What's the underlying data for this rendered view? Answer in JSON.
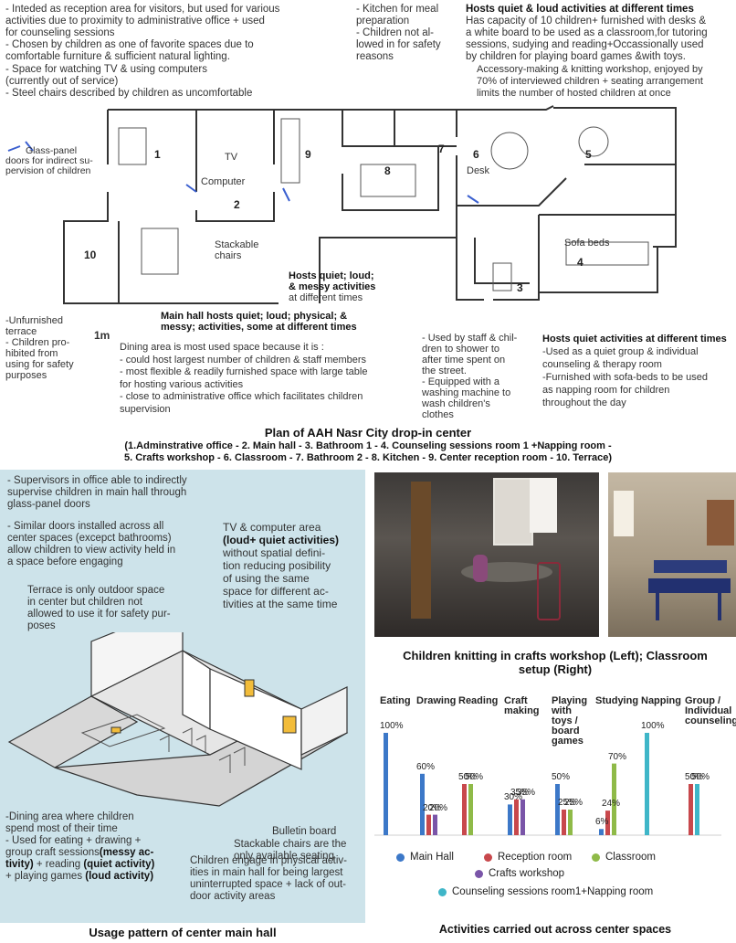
{
  "plan": {
    "notes": {
      "reception": [
        "- Inteded as reception area for visitors, but used for various",
        "activities due to proximity to administrative office + used",
        "for counseling sessions",
        "- Chosen by children as one of favorite spaces due to",
        "comfortable furniture & sufficient natural lighting."
      ],
      "tv": [
        "- Space for  watching TV & using  computers",
        "(currently out of service)",
        "- Steel chairs described by children as uncomfortable"
      ],
      "kitchen": [
        "- Kitchen for meal",
        "preparation",
        "- Children not al-",
        "lowed in for safety",
        "reasons"
      ],
      "classroom_title": "Hosts quiet & loud activities at different times",
      "classroom": [
        "Has capacity of 10 children+ furnished with desks &",
        "a white board to be used as a classroom,for tutoring",
        "sessions, sudying and reading+Occassionally used",
        "by children for playing board games &with toys."
      ],
      "workshop": [
        "Accessory-making & knitting workshop, enjoyed by",
        "70% of interviewed children + seating arrangement",
        "limits the number of hosted children at once"
      ],
      "glass_panel": [
        "Glass-panel",
        "doors for indirect su-",
        "pervision of children"
      ],
      "hall_loud_title": [
        "Hosts quiet; loud;",
        "& messy activities"
      ],
      "hall_loud_sub": "at different times",
      "main_hall_title": [
        "Main hall hosts quiet; loud; physical; &",
        "messy; activities, some at different times"
      ],
      "terrace": [
        "-Unfurnished",
        "terrace",
        "- Children pro-",
        "hibited from",
        "using for safety",
        "purposes"
      ],
      "dining": [
        "Dining area is most used space because it is :",
        "- could host largest number of children & staff members",
        "- most flexible & readily furnished space with large table",
        "for hosting various activities",
        "- close to administrative office which facilitates children",
        "supervision"
      ],
      "bathroom": [
        "- Used by staff & chil-",
        "dren to shower to",
        "after time spent on",
        "the street.",
        "- Equipped with a",
        "washing machine to",
        "wash children's",
        "clothes"
      ],
      "counsel_title": "Hosts quiet activities at different times",
      "counsel": [
        "-Used as a quiet group & individual",
        "counseling & therapy room",
        "-Furnished with sofa-beds to be used",
        "as napping room for children",
        "throughout the day"
      ]
    },
    "rooms": {
      "r1": "1",
      "r2": "2",
      "r3": "3",
      "r4": "4",
      "r5": "5",
      "r6": "6",
      "r7": "7",
      "r8": "8",
      "r9": "9",
      "r10": "10"
    },
    "labels": {
      "tv": "TV",
      "computer": "Computer",
      "stackable": [
        "Stackable",
        "chairs"
      ],
      "desk": "Desk",
      "sofa": "Sofa beds",
      "scale": "1m"
    },
    "title": "Plan of AAH Nasr City drop-in center",
    "subtitle": [
      "(1.Adminstrative office - 2. Main hall - 3. Bathroom 1 - 4. Counseling sessions room 1 +Napping room -",
      "5. Crafts workshop - 6. Classroom - 7. Bathroom 2 - 8. Kitchen - 9.  Center reception room - 10. Terrace)"
    ]
  },
  "hall": {
    "notes": {
      "supervisors": [
        "- Supervisors in office able to indirectly",
        "supervise children in main hall through",
        "glass-panel doors"
      ],
      "doors": [
        "- Similar doors installed across all",
        "center spaces (excepct bathrooms)",
        "allow children to view activity held in",
        "a space before engaging"
      ],
      "tv_title": "TV & computer area",
      "tv_bold": "(loud+ quiet activities)",
      "tv": [
        "without spatial defini-",
        "tion reducing posibility",
        "of using the same",
        "space for different ac-",
        "tivities at the same time"
      ],
      "terrace": [
        "Terrace is only outdoor space",
        "in center but children not",
        "allowed to use it for safety pur-",
        "poses"
      ],
      "bulletin": "Bulletin board",
      "stackable": [
        "Stackable chairs are the",
        "only available seating"
      ],
      "dining": [
        "-Dining area where children",
        "spend most of their time"
      ],
      "used_for_1": "- Used for eating + drawing +",
      "used_for_2a": "group craft sessions",
      "used_for_2b": "(messy ac-",
      "used_for_3a": "tivity)",
      "used_for_3b": " + reading ",
      "used_for_3c": "(quiet activity)",
      "used_for_4a": "+ playing games ",
      "used_for_4b": "(loud activity)",
      "physical": [
        "Children engage in physical activ-",
        "ities in main hall for being largest",
        "uninterrupted space + lack of out-",
        "door activity areas"
      ]
    },
    "caption": "Usage pattern of center main hall"
  },
  "photos": {
    "caption": [
      "Children knitting in crafts workshop (Left); Classroom",
      "setup (Right)"
    ]
  },
  "chart_data": {
    "type": "bar",
    "title": "Activities carried out across center spaces",
    "categories": [
      "Eating",
      "Drawing",
      "Reading",
      "Craft making",
      "Playing with toys / board games",
      "Studying",
      "Napping",
      "Group / Individual counseling"
    ],
    "category_lines": [
      [
        "Eating"
      ],
      [
        "Drawing"
      ],
      [
        "Reading"
      ],
      [
        "Craft",
        "making"
      ],
      [
        "Playing",
        "with",
        "toys /",
        "board",
        "games"
      ],
      [
        "Studying"
      ],
      [
        "Napping"
      ],
      [
        "Group /",
        "Individual",
        "counseling"
      ]
    ],
    "series": [
      {
        "name": "Main Hall",
        "color": "#3c78c8",
        "values": [
          100,
          60,
          null,
          30,
          50,
          6,
          null,
          null
        ]
      },
      {
        "name": "Reception room",
        "color": "#c8484c",
        "values": [
          null,
          20,
          50,
          35,
          25,
          24,
          null,
          50
        ]
      },
      {
        "name": "Classroom",
        "color": "#8fba48",
        "values": [
          null,
          null,
          50,
          null,
          25,
          70,
          null,
          null
        ]
      },
      {
        "name": "Crafts workshop",
        "color": "#7a55a8",
        "values": [
          null,
          20,
          null,
          35,
          null,
          null,
          null,
          null
        ]
      },
      {
        "name": "Counseling sessions room1+Napping room",
        "color": "#3fb6c8",
        "values": [
          null,
          null,
          null,
          null,
          null,
          null,
          100,
          50
        ]
      }
    ],
    "labels": [
      {
        "cat": 0,
        "text": "100%"
      },
      {
        "cat": 1,
        "text": "60%"
      },
      {
        "cat": 1,
        "text": "20%"
      },
      {
        "cat": 1,
        "text": "20%"
      },
      {
        "cat": 2,
        "text": "50%"
      },
      {
        "cat": 2,
        "text": "50%"
      },
      {
        "cat": 3,
        "text": "30%"
      },
      {
        "cat": 3,
        "text": "35%"
      },
      {
        "cat": 3,
        "text": "35%"
      },
      {
        "cat": 4,
        "text": "50%"
      },
      {
        "cat": 4,
        "text": "25%"
      },
      {
        "cat": 4,
        "text": "25%"
      },
      {
        "cat": 5,
        "text": "6%"
      },
      {
        "cat": 5,
        "text": "24%"
      },
      {
        "cat": 5,
        "text": "70%"
      },
      {
        "cat": 6,
        "text": "100%"
      },
      {
        "cat": 7,
        "text": "50%"
      },
      {
        "cat": 7,
        "text": "50%"
      }
    ],
    "ylim": [
      0,
      100
    ],
    "grid": false,
    "legend_position": "bottom"
  }
}
